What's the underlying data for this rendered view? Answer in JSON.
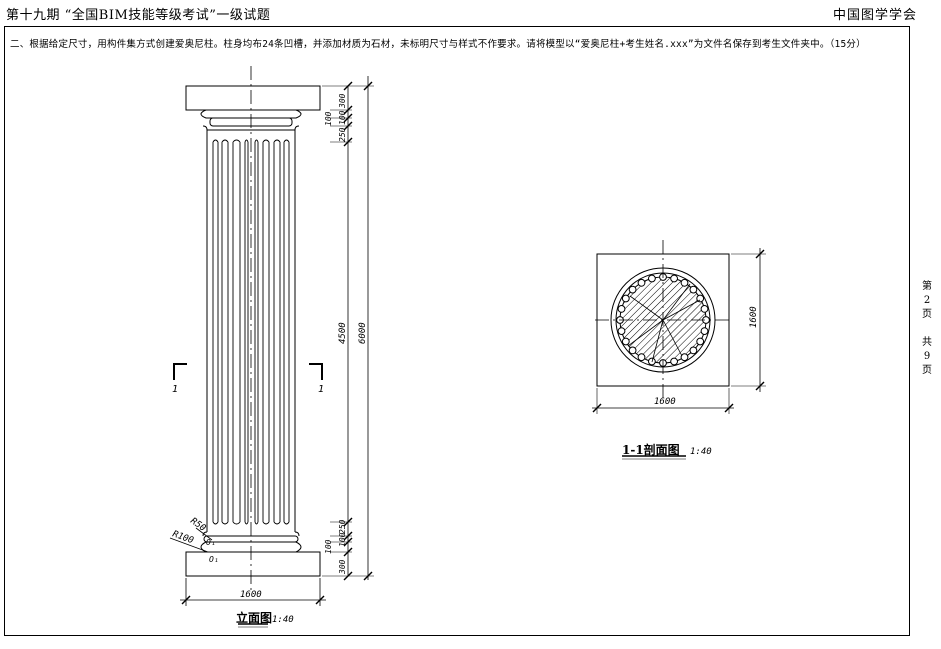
{
  "header": {
    "exam_title": "第十九期 “全国BIM技能等级考试”一级试题",
    "org": "中国图学学会"
  },
  "question": {
    "text": "二、根据给定尺寸，用构件集方式创建爱奥尼柱。柱身均布24条凹槽，并添加材质为石材，未标明尺寸与样式不作要求。请将模型以“爱奥尼柱+考生姓名.xxx”为文件名保存到考生文件夹中。（15分）"
  },
  "page_info": {
    "di": "第",
    "page_no": "2",
    "ye1": "页",
    "gong": "共",
    "total": "9",
    "ye2": "页"
  },
  "elevation": {
    "title": "立面图",
    "scale": "1:40",
    "section_mark": "1",
    "width_dim": "1600",
    "total_dim": "6000",
    "shaft_dim": "4500",
    "top_dims": [
      "300",
      "100",
      "100",
      "250"
    ],
    "bottom_dims": [
      "250",
      "100",
      "100",
      "300"
    ],
    "radius_small": "R50",
    "radius_large": "R100",
    "center_label": "O₁"
  },
  "section": {
    "title": "1-1剖面图",
    "scale": "1:40",
    "width_dim": "1600",
    "height_dim": "1600"
  }
}
